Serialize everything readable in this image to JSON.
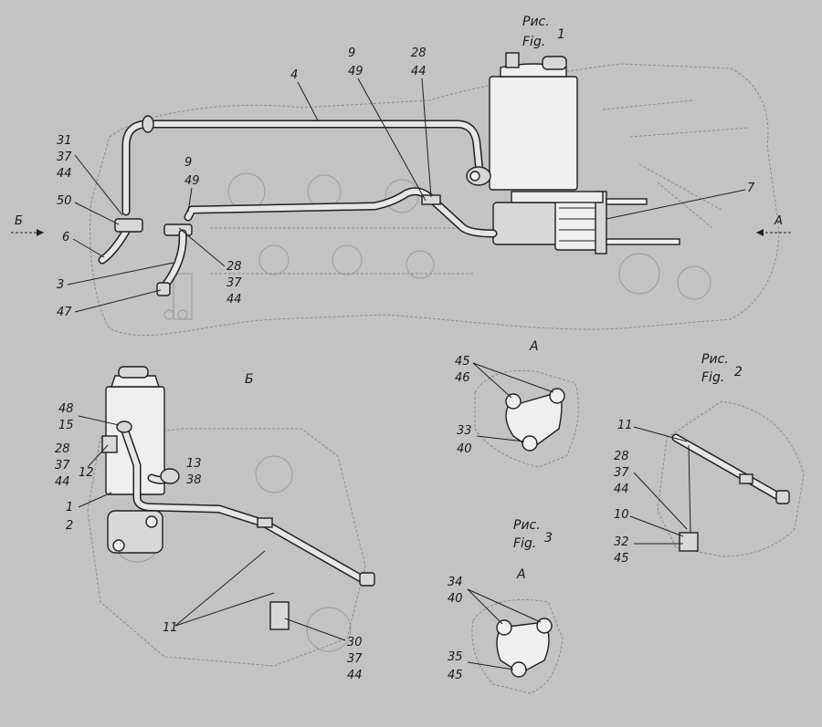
{
  "figures": {
    "fig1": {
      "ru": "Рис.",
      "en": "Fig.",
      "num": "1"
    },
    "fig2": {
      "ru": "Рис.",
      "en": "Fig.",
      "num": "2"
    },
    "fig3": {
      "ru": "Рис.",
      "en": "Fig.",
      "num": "3"
    }
  },
  "views": {
    "a_top": "А",
    "a_mid": "А",
    "a_bottom": "А",
    "b_arrow": "Б",
    "b_view": "Б"
  },
  "callouts": {
    "c4": "4",
    "c9_49_top": [
      "9",
      "49"
    ],
    "c28_44_top": [
      "28",
      "44"
    ],
    "c31_37_44": [
      "31",
      "37",
      "44"
    ],
    "c9_49_mid": [
      "9",
      "49"
    ],
    "c50": "50",
    "c6": "6",
    "c3": "3",
    "c28_37_44_a": [
      "28",
      "37",
      "44"
    ],
    "c47": "47",
    "c7": "7",
    "c45_46": [
      "45",
      "46"
    ],
    "c33_40": [
      "33",
      "40"
    ],
    "c48_15": [
      "48",
      "15"
    ],
    "c28_37_44_b": [
      "28",
      "37",
      "44"
    ],
    "c12": "12",
    "c13_38": [
      "13",
      "38"
    ],
    "c1_2": [
      "1",
      "2"
    ],
    "c11_b": "11",
    "c30_37_44": [
      "30",
      "37",
      "44"
    ],
    "c11_f2": "11",
    "c28_37_44_f2": [
      "28",
      "37",
      "44"
    ],
    "c10": "10",
    "c32_45": [
      "32",
      "45"
    ],
    "c34_40": [
      "34",
      "40"
    ],
    "c35_45": [
      "35",
      "45"
    ]
  }
}
